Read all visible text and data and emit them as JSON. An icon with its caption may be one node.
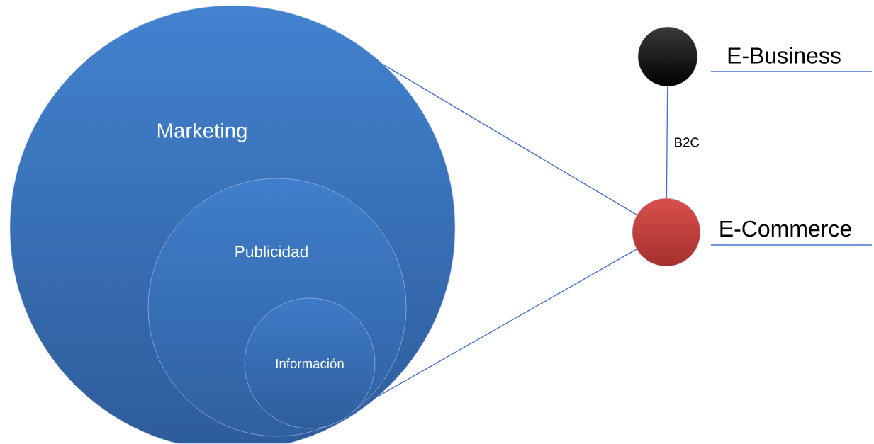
{
  "diagram": {
    "nodes": [
      {
        "text": [
          "Marketing"
        ]
      },
      {
        "text": [
          "Publicidad"
        ],
        "in": 0
      },
      {
        "text": [
          "Información"
        ],
        "in": 1
      },
      {
        "text": [
          "E-Business"
        ]
      },
      {
        "text": [
          "E-Commerce"
        ]
      }
    ],
    "edges": [
      {
        "from": 3,
        "to": 4,
        "arrow": "none",
        "label": "B2C"
      },
      {
        "from": 0,
        "to": 4,
        "arrow": "none"
      },
      {
        "from": 0,
        "to": 4,
        "arrow": "none"
      }
    ]
  }
}
